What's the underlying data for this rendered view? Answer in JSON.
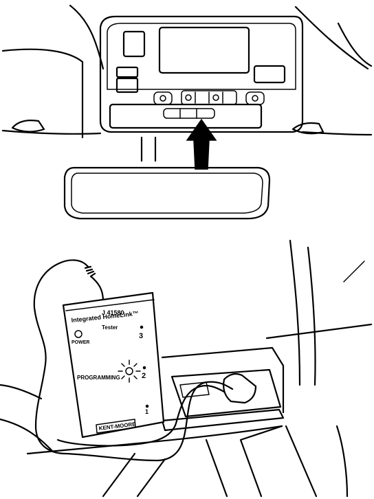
{
  "tester": {
    "part_number": "J 41580",
    "product_line1": "Integrated HomeLink™",
    "product_line2": "Tester",
    "power_label": "POWER",
    "program_label": "PROGRAMMING",
    "channel_3": "3",
    "channel_2": "2",
    "channel_1": "1",
    "brand": "KENT-MOORE"
  },
  "icons": {
    "insertion_arrow": "up-arrow-icon",
    "power_led": "led-icon",
    "program_led": "led-burst-icon"
  },
  "colors": {
    "ink": "#000000",
    "paper": "#ffffff"
  }
}
